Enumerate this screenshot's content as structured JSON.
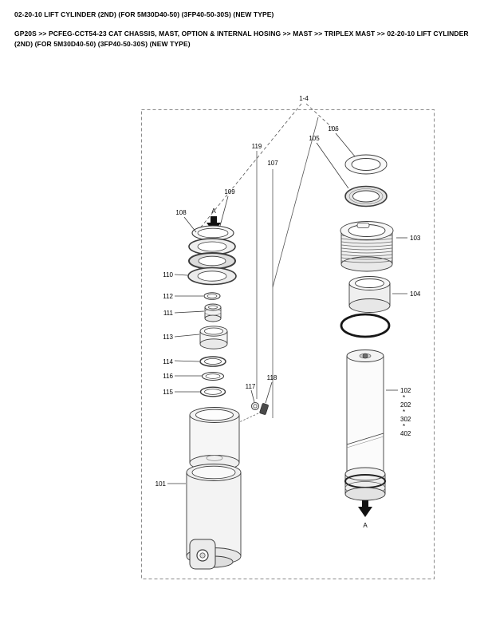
{
  "header": {
    "title": "02-20-10 LIFT CYLINDER (2ND) (FOR 5M30D40-50) (3FP40-50-30S) (NEW TYPE)",
    "breadcrumb": "GP20S >> PCFEG-CCT54-23 CAT CHASSIS, MAST, OPTION & INTERNAL HOSING >> MAST >> TRIPLEX MAST >> 02-20-10 LIFT CYLINDER (2ND) (FOR 5M30D40-50) (3FP40-50-30S) (NEW TYPE)"
  },
  "diagram": {
    "assembly_label": "1-4",
    "arrow_top": "A",
    "arrow_bottom": "A",
    "star": "*",
    "parts": {
      "101": "101",
      "102": "102",
      "103": "103",
      "104": "104",
      "105": "105",
      "106": "106",
      "107": "107",
      "108": "108",
      "109": "109",
      "110": "110",
      "111": "111",
      "112": "112",
      "113": "113",
      "114": "114",
      "115": "115",
      "116": "116",
      "117": "117",
      "118": "118",
      "119": "119",
      "202": "202",
      "302": "302",
      "402": "402"
    },
    "colors": {
      "background": "#ffffff",
      "line_work": "#3c3c3c",
      "arrow_fill": "#111111"
    }
  }
}
